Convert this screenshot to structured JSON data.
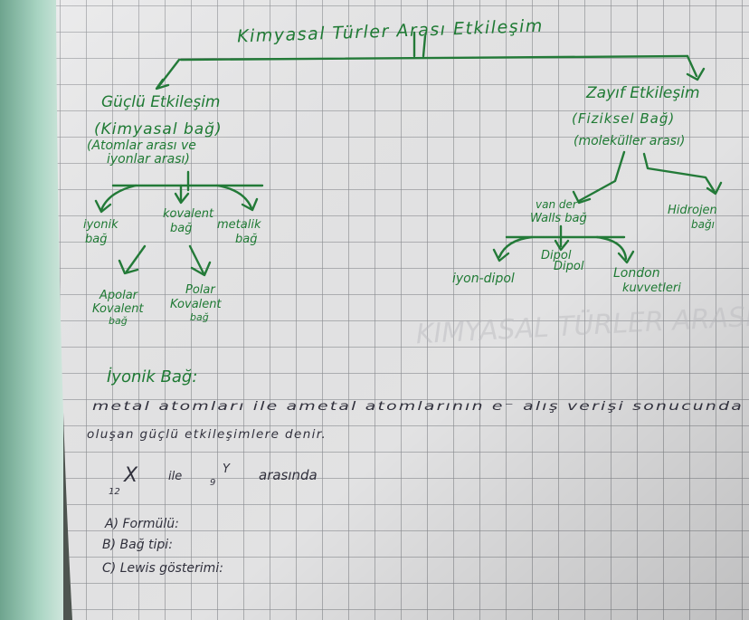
{
  "page": {
    "title": "Kimyasal Türler Arası Etkileşim",
    "strong": {
      "title": "Güçlü Etkileşim",
      "subtitle": "(Kimyasal bağ)",
      "note_line1": "(Atomlar arası ve",
      "note_line2": "iyonlar arası)",
      "children": [
        {
          "line1": "iyonik",
          "line2": "bağ"
        },
        {
          "line1": "kovalent",
          "line2": "bağ"
        },
        {
          "line1": "metalik",
          "line2": "bağ"
        }
      ],
      "grandchildren": [
        {
          "line1": "Apolar",
          "line2": "Kovalent",
          "line3": "bağ"
        },
        {
          "line1": "Polar",
          "line2": "Kovalent",
          "line3": "bağ"
        }
      ]
    },
    "weak": {
      "title": "Zayıf Etkileşim",
      "subtitle": "(Fiziksel Bağ)",
      "note": "(moleküller arası)",
      "children": [
        {
          "line1": "van der",
          "line2": "Walls bağ"
        },
        {
          "line1": "Hidrojen",
          "line2": "bağı"
        }
      ],
      "grandchildren": [
        {
          "line1": "iyon-dipol"
        },
        {
          "line1": "Dipol",
          "line2": "Dipol"
        },
        {
          "line1": "London",
          "line2": "kuvvetleri"
        }
      ]
    },
    "ionic_section": {
      "heading": "İyonik Bağ:",
      "line1": "metal atomları ile ametal atomlarının e⁻ alış verişi sonucunda",
      "line2": "oluşan güçlü etkileşimlere denir.",
      "question_lead": "X ile Y arasında",
      "x_sub": "12",
      "x_label": "X",
      "y_sub": "9",
      "y_label": "Y",
      "question_tail": "arasında",
      "items": [
        "A) Formülü:",
        "B) Bağ tipi:",
        "C) Lewis gösterimi:"
      ]
    }
  },
  "colors": {
    "paper": "#e9e9ea",
    "grid": "#8f9196",
    "green_ink": "#1f7a34",
    "dark_ink": "#30303c",
    "binding_tint": "#9bc9b6"
  }
}
